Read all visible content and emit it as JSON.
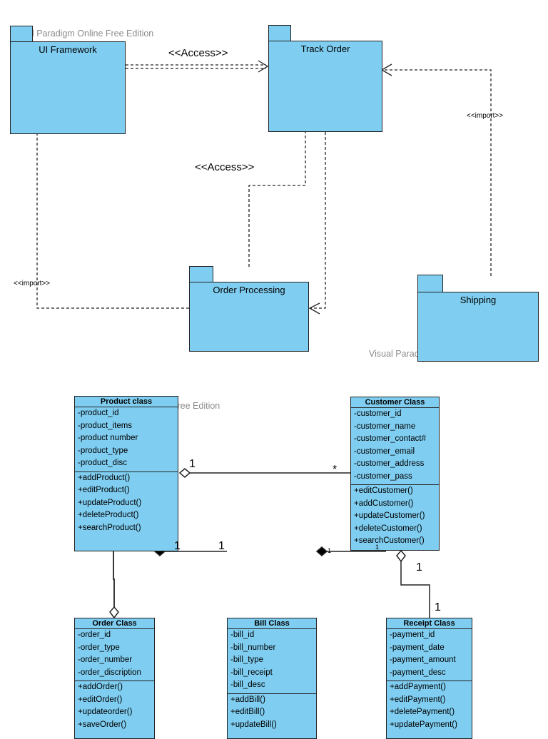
{
  "watermark": "Visual Paradigm Online Free Edition",
  "packages": {
    "ui_framework": "UI Framework",
    "track_order": "Track Order",
    "order_processing": "Order Processing",
    "shipping": "Shipping"
  },
  "stereotypes": {
    "access_1": "<<Access>>",
    "access_2": "<<Access>>",
    "import_1": "<<import>>",
    "import_2": "<<import>>"
  },
  "classes": {
    "product": {
      "name": "Product class",
      "attributes": [
        "-product_id",
        "-product_items",
        "-product number",
        "-product_type",
        "-product_disc"
      ],
      "methods": [
        "+addProduct()",
        "+editProduct()",
        "+updateProduct()",
        "+deleteProduct()",
        "+searchProduct()"
      ]
    },
    "customer": {
      "name": "Customer Class",
      "attributes": [
        "-customer_id",
        "-customer_name",
        "-customer_contact#",
        "-customer_email",
        "-customer_address",
        "-customer_pass"
      ],
      "methods": [
        "+editCustomer()",
        "+addCustomer()",
        "+updateCustomer()",
        "+deleteCustomer()",
        "+searchCustomer()"
      ]
    },
    "order": {
      "name": "Order Class",
      "attributes": [
        "-order_id",
        "-order_type",
        "-order_number",
        "-order_discription"
      ],
      "methods": [
        "+addOrder()",
        "+editOrder()",
        "+updateorder()",
        "+saveOrder()"
      ]
    },
    "bill": {
      "name": "Bill Class",
      "attributes": [
        "-bill_id",
        "-bill_number",
        "-bill_type",
        "-bill_receipt",
        "-bill_desc"
      ],
      "methods": [
        "+addBill()",
        "+editBill()",
        "+updateBill()"
      ]
    },
    "receipt": {
      "name": "Receipt Class",
      "attributes": [
        "-payment_id",
        "-payment_date",
        "-payment_amount",
        "-payment_desc"
      ],
      "methods": [
        "+addPayment()",
        "+editPayment()",
        "+deletePayment()",
        "+updatePayment()"
      ]
    }
  },
  "multiplicities": {
    "product_end": "1",
    "customer_end": "*",
    "customer_receipt_top": "1",
    "customer_receipt_bottom": "1",
    "order_end": "1",
    "bill_left": "1",
    "bill_right": "1",
    "receipt_end": "1"
  }
}
